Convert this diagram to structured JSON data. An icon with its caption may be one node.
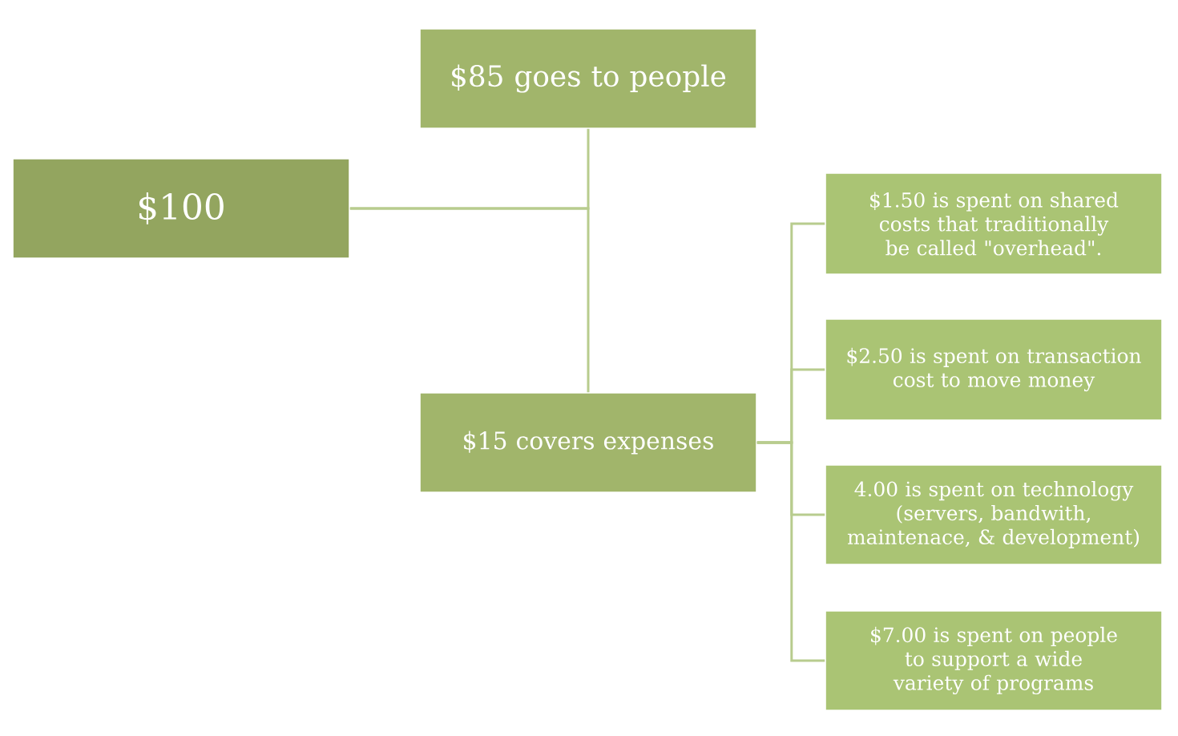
{
  "diagram": {
    "nodes": [
      {
        "text": [
          "$100"
        ]
      },
      {
        "text": [
          "$85 goes to people"
        ]
      },
      {
        "text": [
          "$15 covers expenses"
        ]
      },
      {
        "text": [
          "$1.50 is spent on shared costs that traditionally be called \"overhead\"."
        ]
      },
      {
        "text": [
          "$2.50 is spent on transaction cost to move money"
        ]
      },
      {
        "text": [
          "4.00 is spent on technology (servers, bandwith, maintenace, & development)"
        ]
      },
      {
        "text": [
          "$7.00 is spent on people to support a wide variety of programs"
        ]
      }
    ],
    "edges": [
      {
        "from": 0,
        "to": 1,
        "arrow": "none"
      },
      {
        "from": 0,
        "to": 2,
        "arrow": "none"
      },
      {
        "from": 2,
        "to": 3,
        "arrow": "none"
      },
      {
        "from": 2,
        "to": 4,
        "arrow": "none"
      },
      {
        "from": 2,
        "to": 5,
        "arrow": "none"
      },
      {
        "from": 2,
        "to": 6,
        "arrow": "none"
      }
    ]
  }
}
